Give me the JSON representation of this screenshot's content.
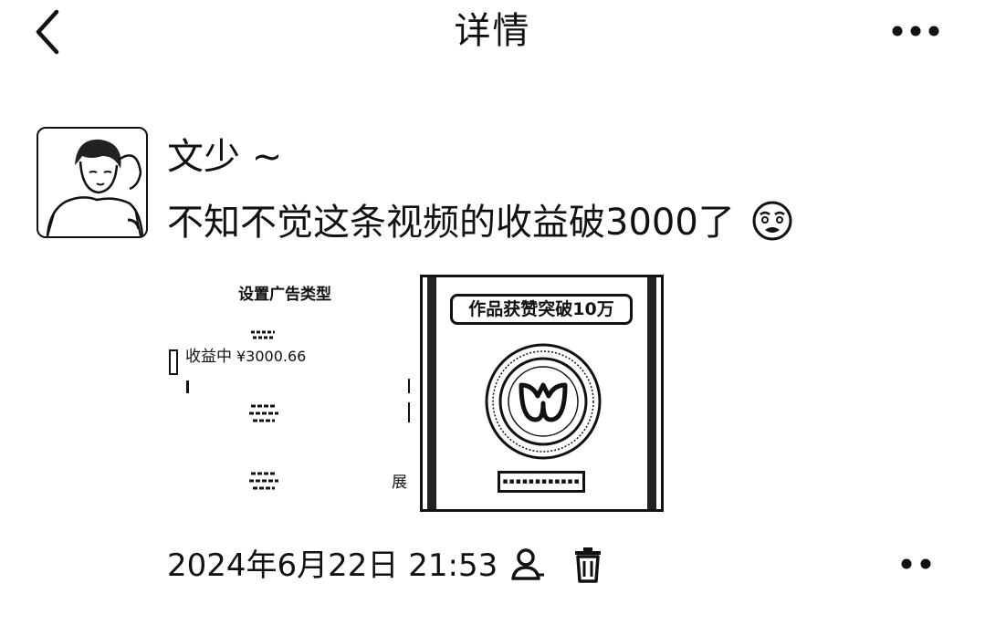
{
  "header": {
    "title": "详情"
  },
  "post": {
    "author": "文少 ~",
    "text": "不知不觉这条视频的收益破3000了",
    "timestamp": "2024年6月22日 21:53",
    "images": {
      "first": {
        "title": "设置广告类型",
        "status_label": "收益中",
        "amount": "¥3000.66",
        "side_label": "展"
      },
      "second": {
        "banner": "作品获赞突破10万"
      }
    }
  },
  "icons": {
    "back": "chevron-left-icon",
    "more": "more-dots-icon",
    "emoji": "tired-face-emoji-icon",
    "visibility": "person-icon",
    "delete": "trash-icon",
    "comment_menu": "two-dots-icon"
  }
}
